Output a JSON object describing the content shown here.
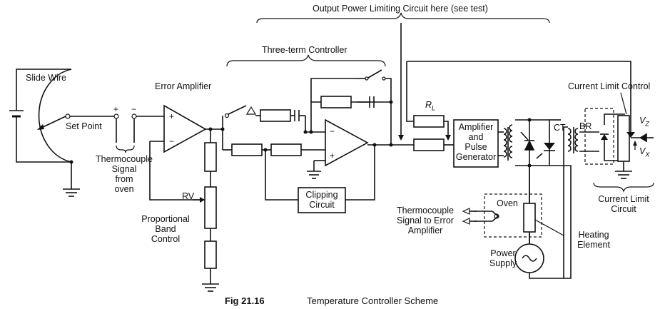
{
  "labels": {
    "output_power": "Output Power Limiting Circuit here (see test)",
    "three_term": "Three-term Controller",
    "slide_wire": "Slide Wire",
    "error_amp": "Error Amplifier",
    "set_point": "Set Point",
    "tc_signal_1": "Thermocouple",
    "tc_signal_2": "Signal",
    "tc_signal_3": "from",
    "tc_signal_4": "oven",
    "rv": "RV",
    "prop_1": "Proportional",
    "prop_2": "Band",
    "prop_3": "Control",
    "clipping_1": "Clipping",
    "clipping_2": "Circuit",
    "rl_main": "R",
    "rl_sub": "L",
    "amp_1": "Amplifier",
    "amp_2": "and",
    "amp_3": "Pulse",
    "amp_4": "Generator",
    "ct": "CT",
    "br": "BR",
    "current_limit_control": "Current Limit Control",
    "vz_main": "V",
    "vz_sub": "Z",
    "vx_main": "V",
    "vx_sub": "X",
    "current_limit_1": "Current Limit",
    "current_limit_2": "Circuit",
    "oven": "Oven",
    "tc_err_1": "Thermocouple",
    "tc_err_2": "Signal to Error",
    "tc_err_3": "Amplifier",
    "heating_1": "Heating",
    "heating_2": "Element",
    "power_1": "Power",
    "power_2": "Supply",
    "plus_in": "+",
    "minus_in": "−",
    "ea_plus": "+",
    "ea_minus": "−",
    "op2_minus": "−",
    "op2_plus": "+"
  },
  "caption": {
    "fig": "Fig 21.16",
    "title": "Temperature Controller Scheme"
  }
}
